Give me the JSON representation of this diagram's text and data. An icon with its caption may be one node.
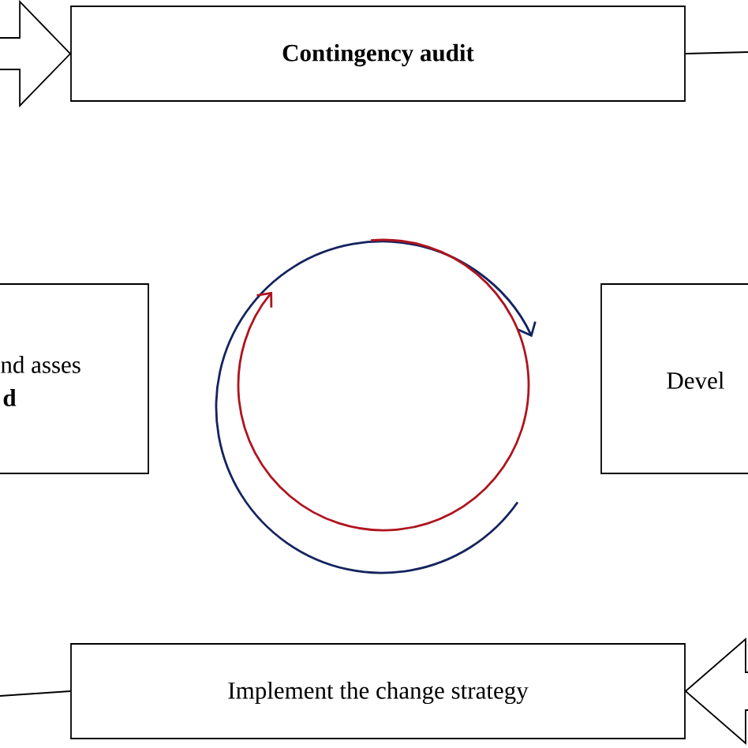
{
  "diagram": {
    "nodes": [
      {
        "text": [
          "Contingency audit"
        ]
      },
      {
        "text": [
          "nd asses",
          "d"
        ]
      },
      {
        "text": [
          "Devel"
        ]
      },
      {
        "text": [
          "Implement the change strategy"
        ]
      }
    ],
    "edges": [
      {
        "from": null,
        "to": 0,
        "arrow": "to"
      },
      {
        "from": 0,
        "to": null,
        "arrow": "none"
      },
      {
        "from": null,
        "to": 3,
        "arrow": "to"
      },
      {
        "from": 3,
        "to": null,
        "arrow": "none"
      }
    ]
  }
}
